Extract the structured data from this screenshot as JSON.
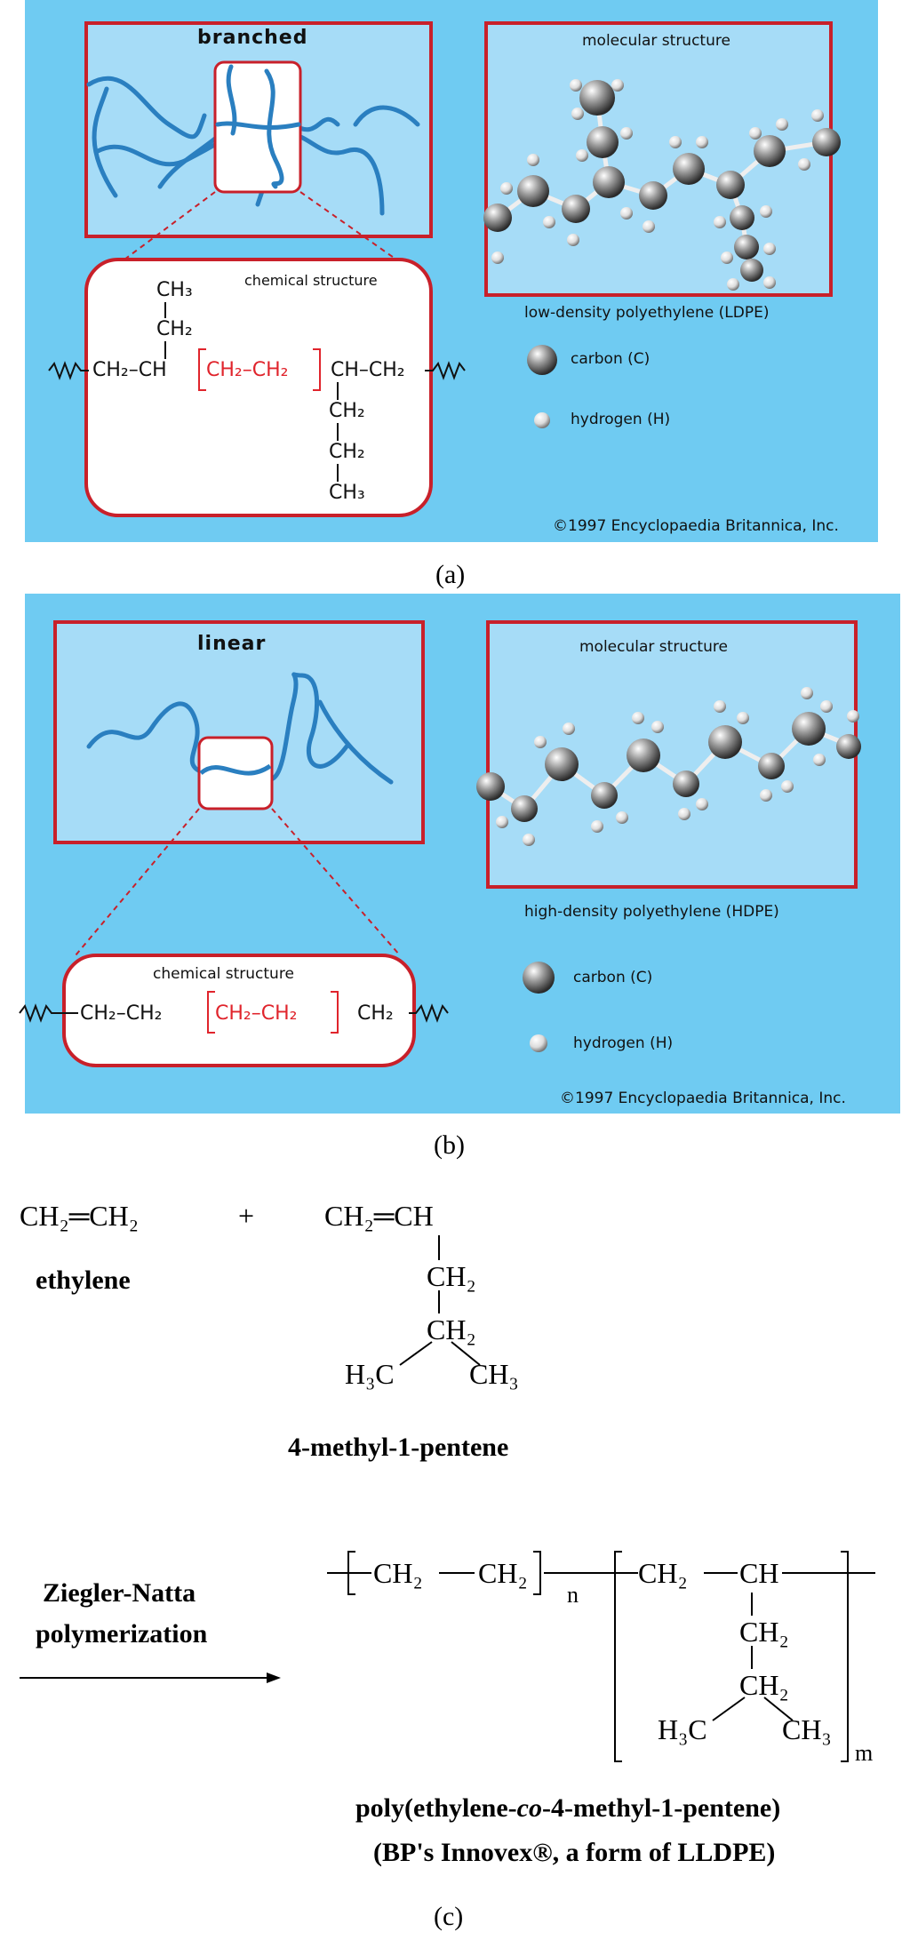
{
  "panel_a": {
    "title": "branched",
    "mol_title": "molecular structure",
    "chem_title": "chemical structure",
    "caption": "low-density polyethylene (LDPE)",
    "legend_carbon": "carbon (C)",
    "legend_hydrogen": "hydrogen (H)",
    "copyright": "©1997 Encyclopaedia Britannica, Inc.",
    "formula_main_left": "CH₂–CH",
    "formula_red": "CH₂–CH₂",
    "formula_main_right": "CH–CH₂",
    "branch_top": [
      "CH₃",
      "CH₂"
    ],
    "branch_bottom": [
      "CH₂",
      "CH₂",
      "CH₃"
    ],
    "label": "(a)"
  },
  "panel_b": {
    "title": "linear",
    "mol_title": "molecular structure",
    "chem_title": "chemical structure",
    "caption": "high-density polyethylene (HDPE)",
    "legend_carbon": "carbon (C)",
    "legend_hydrogen": "hydrogen (H)",
    "copyright": "©1997 Encyclopaedia Britannica, Inc.",
    "formula_left": "CH₂–CH₂",
    "formula_red": "CH₂–CH₂",
    "formula_right": "CH₂",
    "label": "(b)"
  },
  "panel_c": {
    "monomer1_formula": "CH₂═CH₂",
    "monomer1_name": "ethylene",
    "plus": "+",
    "monomer2_top": "CH₂═CH",
    "monomer2_ch2a": "CH₂",
    "monomer2_ch2b": "CH₂",
    "monomer2_h3c": "H₃C",
    "monomer2_ch3": "CH₃",
    "monomer2_name": "4-methyl-1-pentene",
    "reaction_line1": "Ziegler-Natta",
    "reaction_line2": "polymerization",
    "poly_ch2a": "CH₂",
    "poly_ch2b": "CH₂",
    "sub_n": "n",
    "poly_ch2c": "CH₂",
    "poly_ch": "CH",
    "poly_branch_ch2a": "CH₂",
    "poly_branch_ch2b": "CH₂",
    "poly_h3c": "H₃C",
    "poly_ch3": "CH₃",
    "sub_m": "m",
    "product_name_pre": "poly(ethylene-",
    "product_name_co": "co",
    "product_name_post": "-4-methyl-1-pentene)",
    "product_note": "(BP's Innovex®, a form of LLDPE)",
    "label": "(c)"
  },
  "colors": {
    "panel_bg": "#6fcbf2",
    "box_bg": "#a6dcf7",
    "border_red": "#c8202a",
    "chain_blue": "#2a7fc0"
  }
}
